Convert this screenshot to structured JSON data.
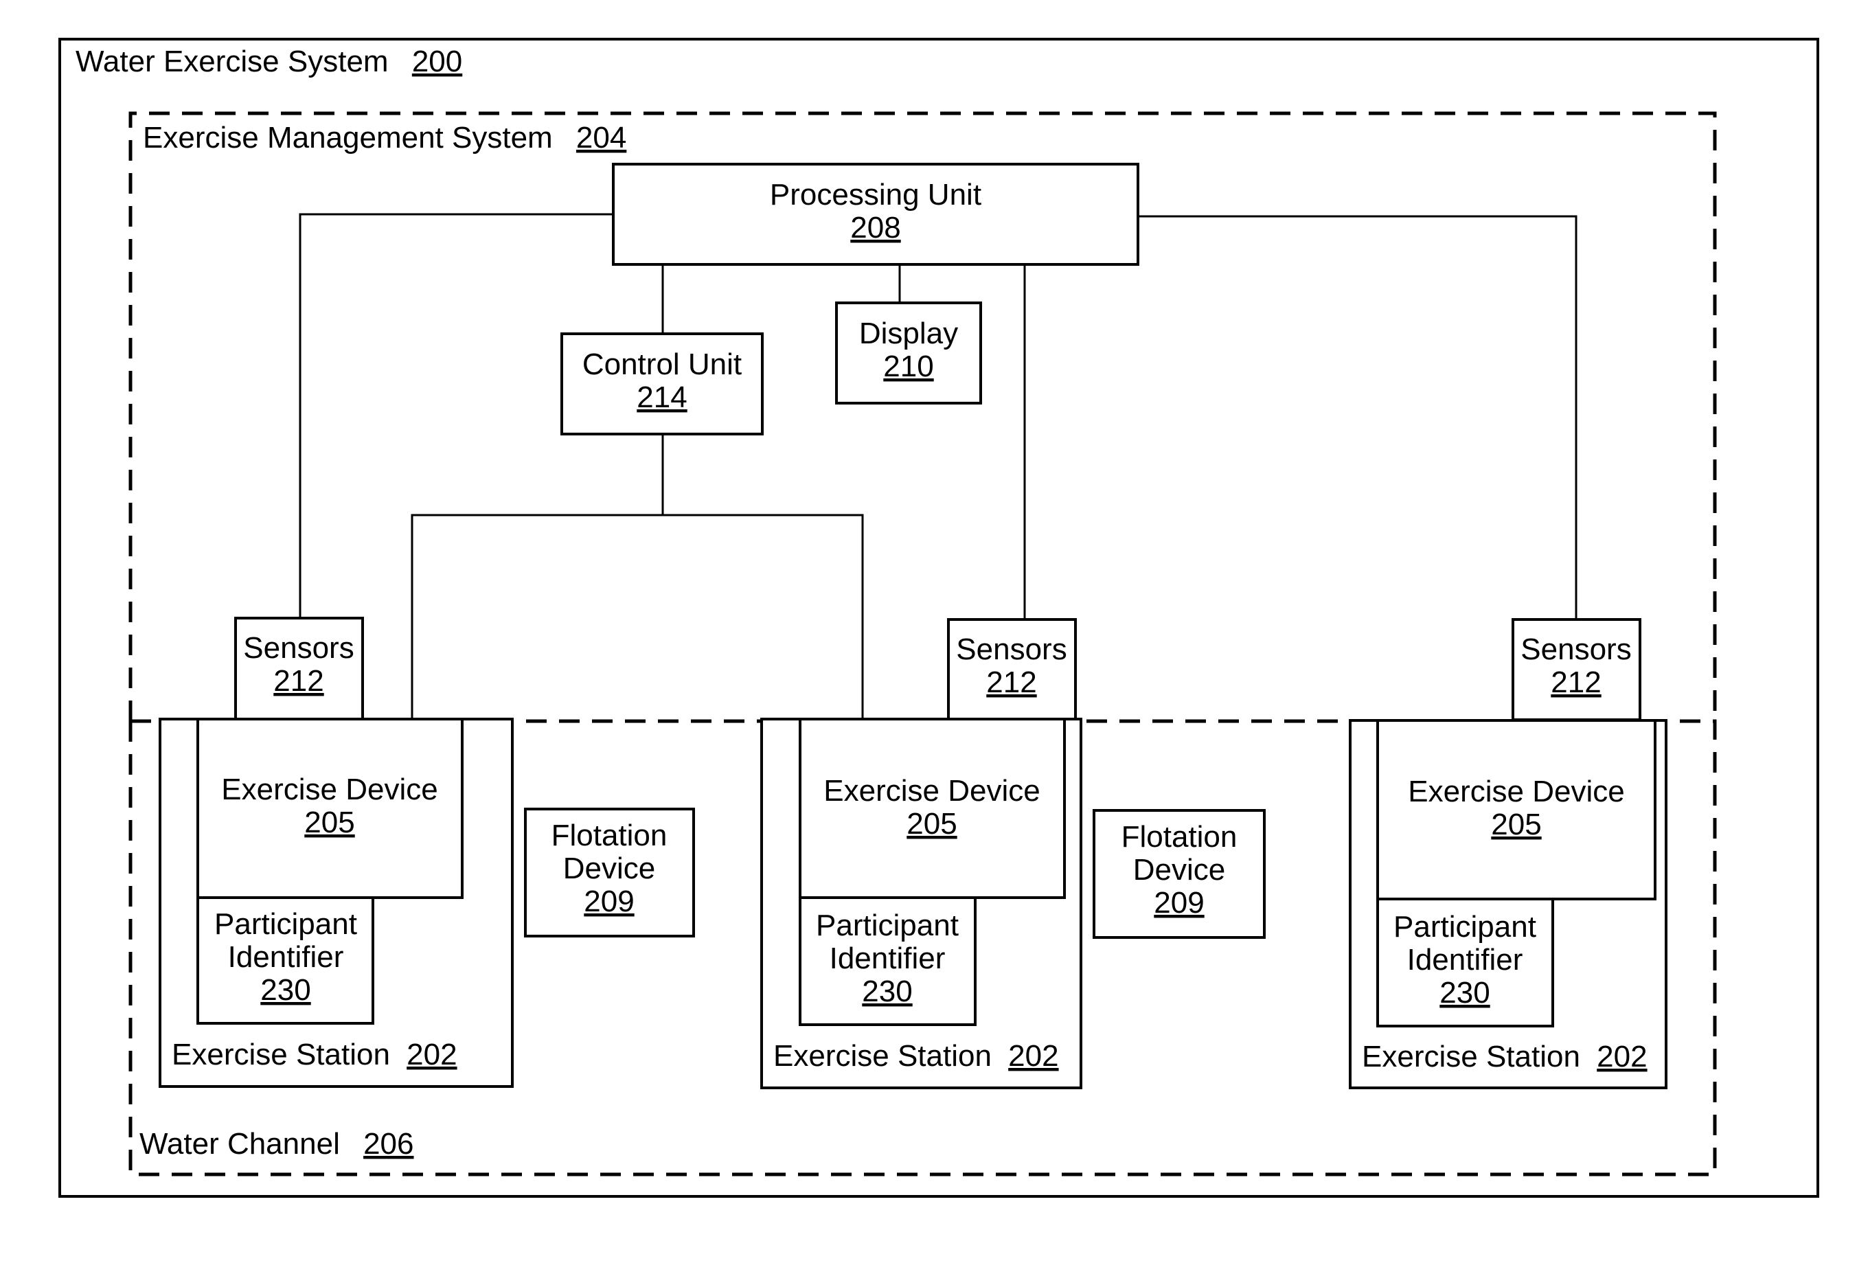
{
  "water_exercise_system": {
    "label": "Water Exercise System",
    "ref": "200"
  },
  "exercise_management_system": {
    "label": "Exercise Management System",
    "ref": "204"
  },
  "water_channel": {
    "label": "Water Channel",
    "ref": "206"
  },
  "processing_unit": {
    "label": "Processing Unit",
    "ref": "208"
  },
  "display": {
    "label": "Display",
    "ref": "210"
  },
  "control_unit": {
    "label": "Control Unit",
    "ref": "214"
  },
  "sensors": [
    {
      "label": "Sensors",
      "ref": "212"
    },
    {
      "label": "Sensors",
      "ref": "212"
    },
    {
      "label": "Sensors",
      "ref": "212"
    }
  ],
  "flotation_devices": [
    {
      "line1": "Flotation",
      "line2": "Device",
      "ref": "209"
    },
    {
      "line1": "Flotation",
      "line2": "Device",
      "ref": "209"
    }
  ],
  "exercise_stations": [
    {
      "label": "Exercise Station",
      "ref": "202",
      "device": {
        "label": "Exercise Device",
        "ref": "205"
      },
      "participant": {
        "line1": "Participant",
        "line2": "Identifier",
        "ref": "230"
      }
    },
    {
      "label": "Exercise Station",
      "ref": "202",
      "device": {
        "label": "Exercise Device",
        "ref": "205"
      },
      "participant": {
        "line1": "Participant",
        "line2": "Identifier",
        "ref": "230"
      }
    },
    {
      "label": "Exercise Station",
      "ref": "202",
      "device": {
        "label": "Exercise Device",
        "ref": "205"
      },
      "participant": {
        "line1": "Participant",
        "line2": "Identifier",
        "ref": "230"
      }
    }
  ]
}
